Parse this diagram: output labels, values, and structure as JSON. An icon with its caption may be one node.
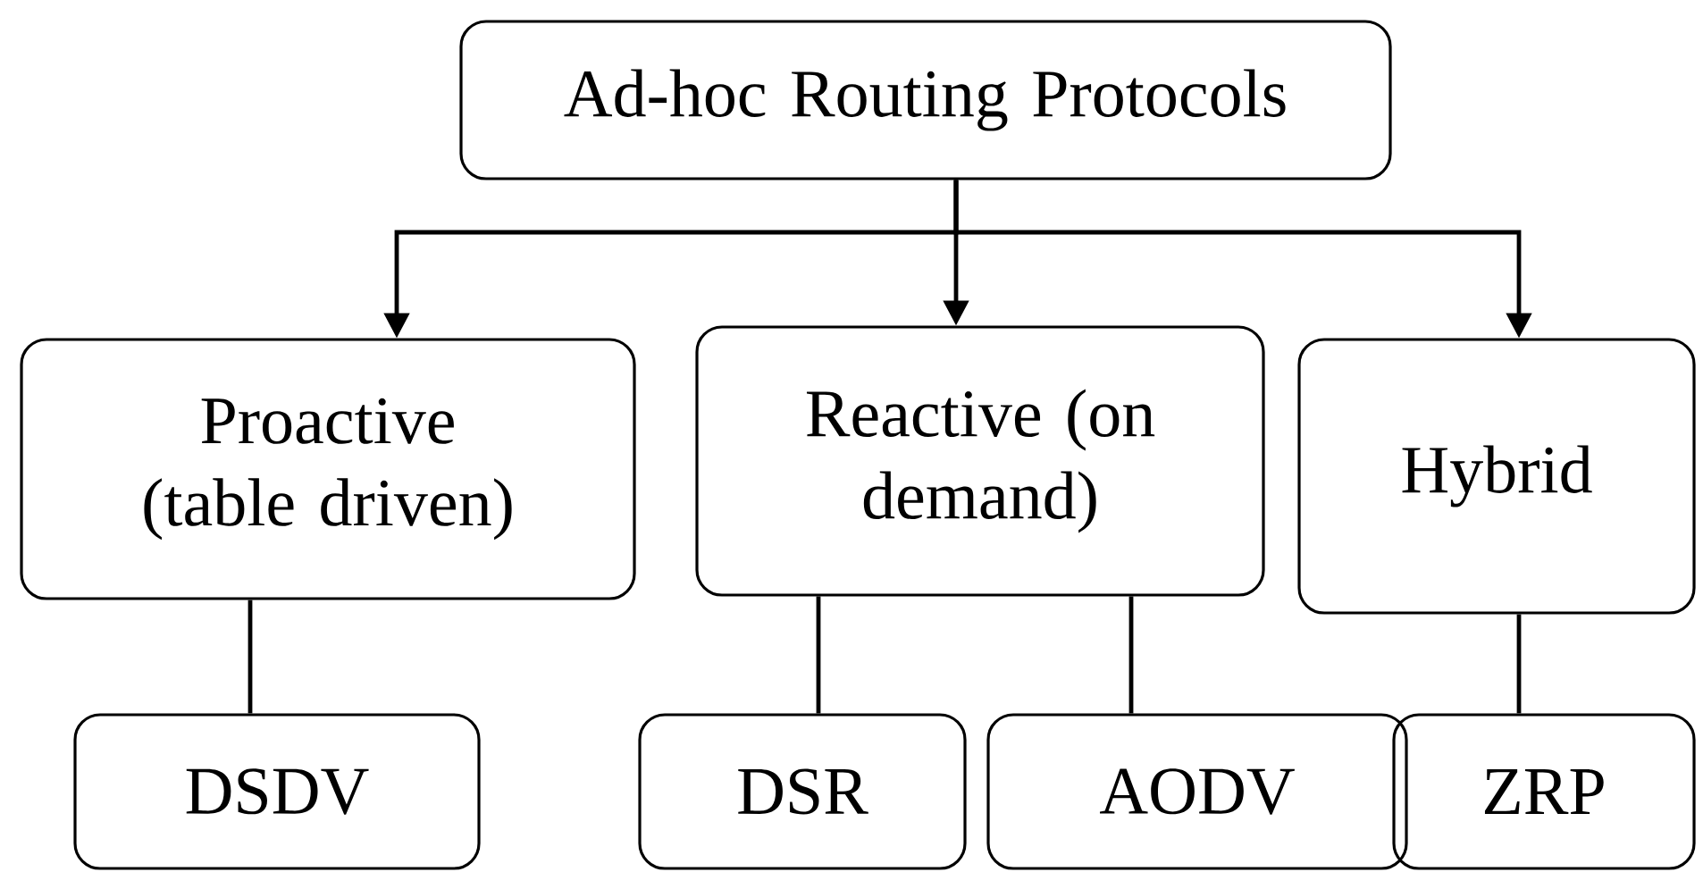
{
  "diagram": {
    "nodes": [
      {
        "text": [
          "Ad-hoc Routing Protocols"
        ]
      },
      {
        "text": [
          "Proactive (table driven)"
        ]
      },
      {
        "text": [
          "Reactive (on demand)"
        ]
      },
      {
        "text": [
          "Hybrid"
        ]
      },
      {
        "text": [
          "DSDV"
        ]
      },
      {
        "text": [
          "DSR"
        ]
      },
      {
        "text": [
          "AODV"
        ]
      },
      {
        "text": [
          "ZRP"
        ]
      }
    ],
    "edges": [
      {
        "from": 0,
        "to": 1,
        "arrow": "to"
      },
      {
        "from": 0,
        "to": 2,
        "arrow": "to"
      },
      {
        "from": 0,
        "to": 3,
        "arrow": "to"
      },
      {
        "from": 1,
        "to": 4,
        "arrow": "none"
      },
      {
        "from": 2,
        "to": 5,
        "arrow": "none"
      },
      {
        "from": 2,
        "to": 6,
        "arrow": "none"
      },
      {
        "from": 3,
        "to": 7,
        "arrow": "none"
      }
    ]
  }
}
